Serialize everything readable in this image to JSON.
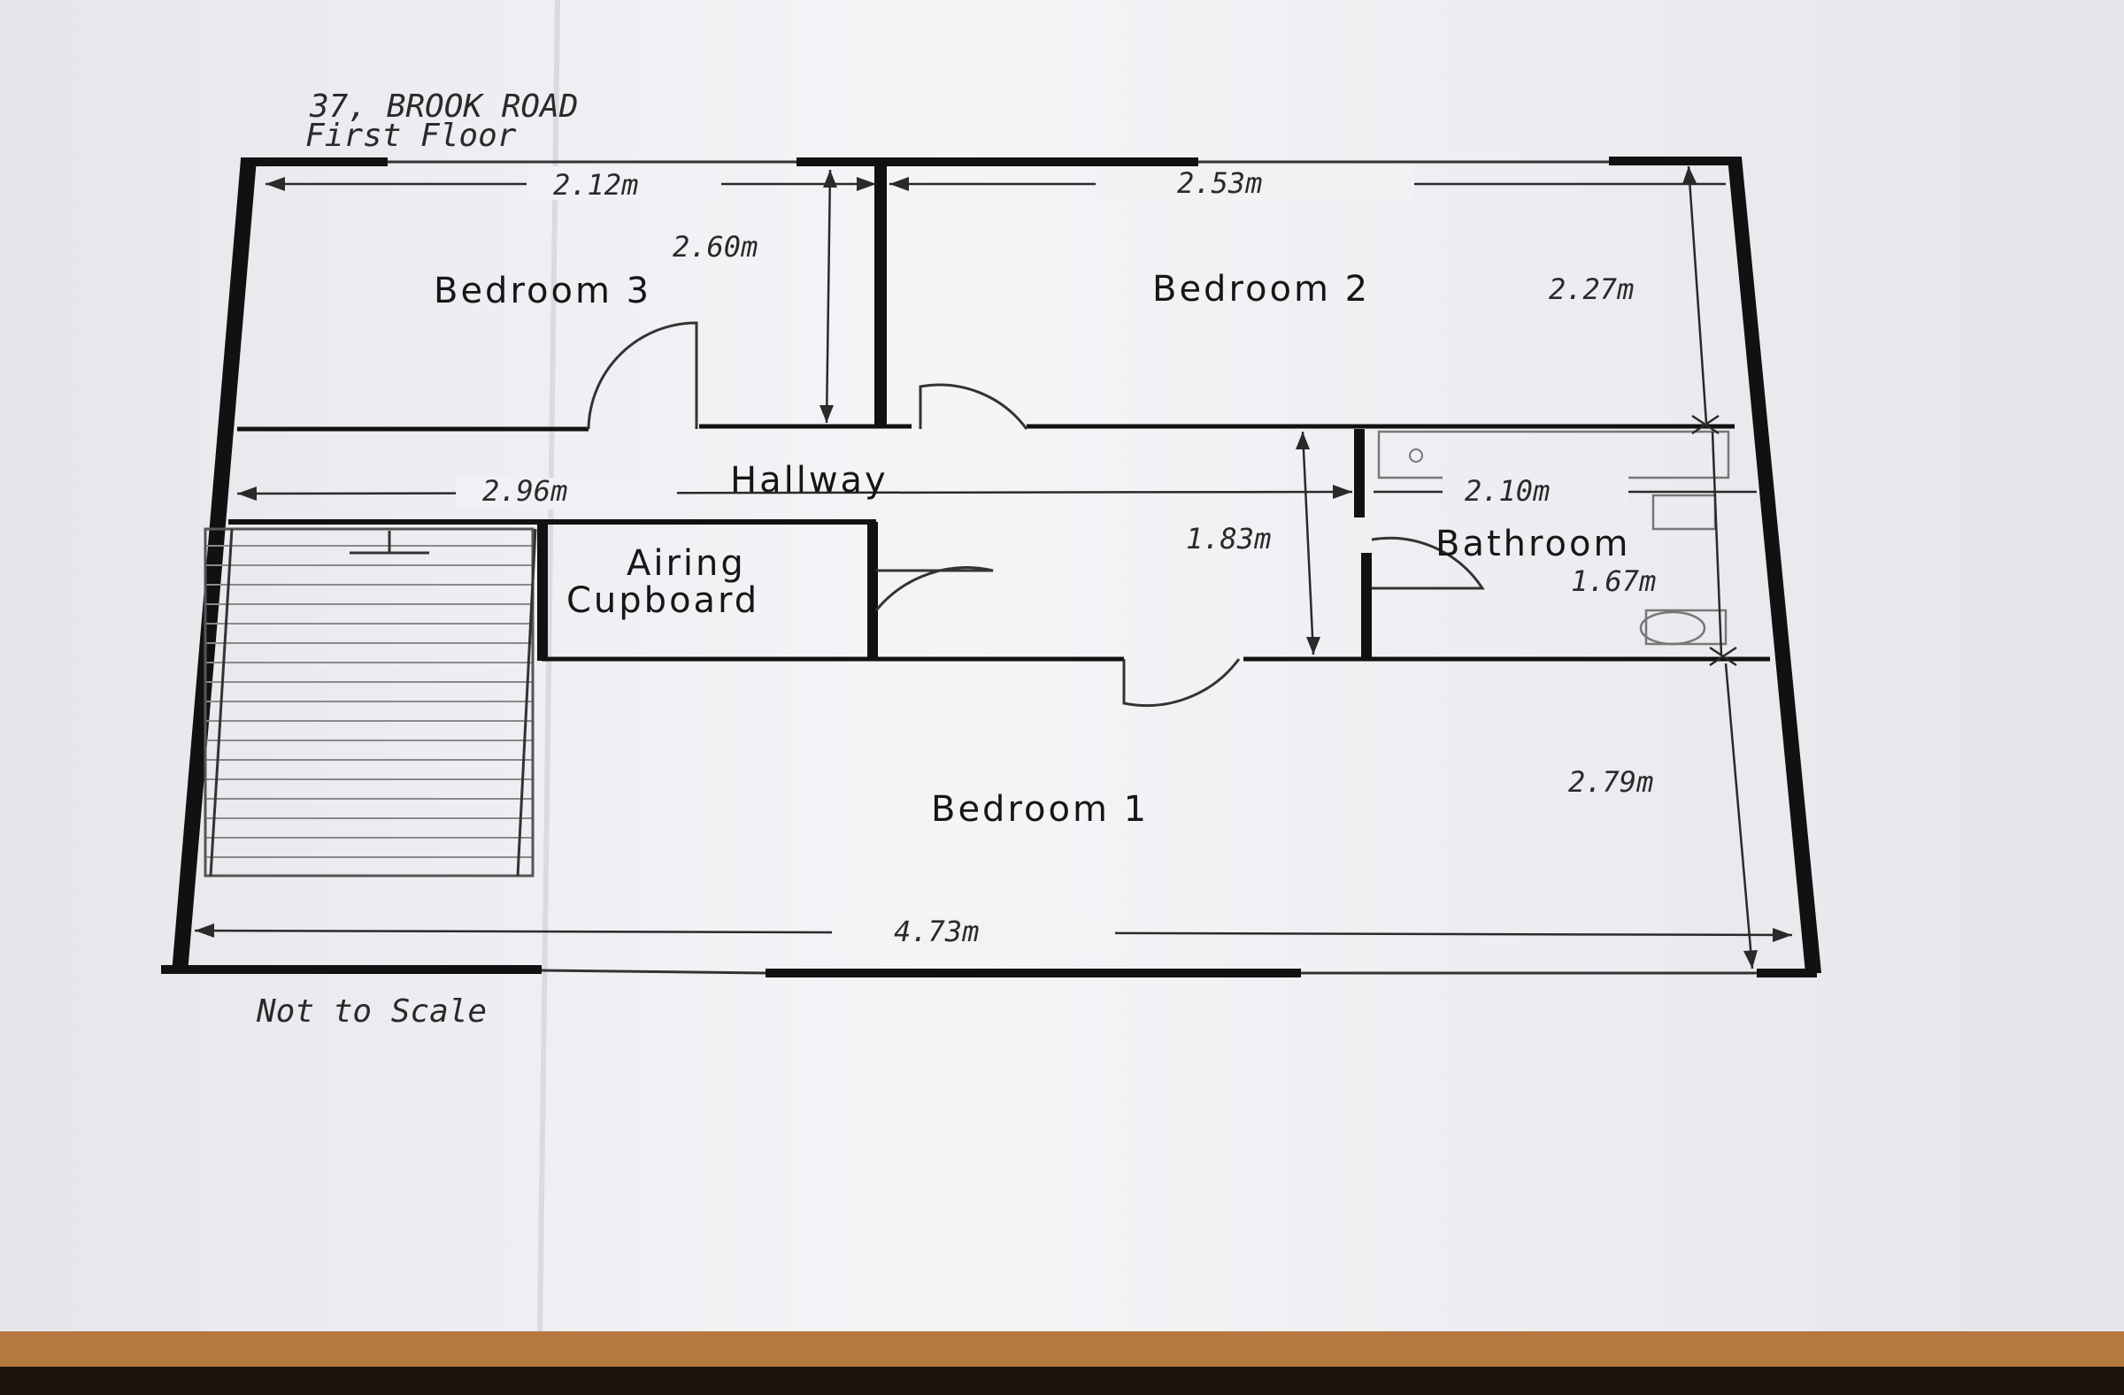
{
  "header": {
    "address": "37, BROOK ROAD",
    "floor": "First Floor"
  },
  "rooms": {
    "bedroom3": "Bedroom 3",
    "bedroom2": "Bedroom 2",
    "hallway": "Hallway",
    "airing_line1": "Airing",
    "airing_line2": "Cupboard",
    "bathroom": "Bathroom",
    "bedroom1": "Bedroom 1"
  },
  "dimensions": {
    "bedroom3_width": "2.12m",
    "bedroom3_depth": "2.60m",
    "bedroom2_width": "2.53m",
    "bedroom2_depth": "2.27m",
    "hallway_width": "2.96m",
    "hallway_depth": "1.83m",
    "bathroom_width": "2.10m",
    "bathroom_depth": "1.67m",
    "bedroom1_depth": "2.79m",
    "bedroom1_width": "4.73m"
  },
  "footer": {
    "note": "Not to Scale"
  },
  "colors": {
    "paper": "#eceef1",
    "wall": "#111111",
    "table": "#b5793f"
  }
}
